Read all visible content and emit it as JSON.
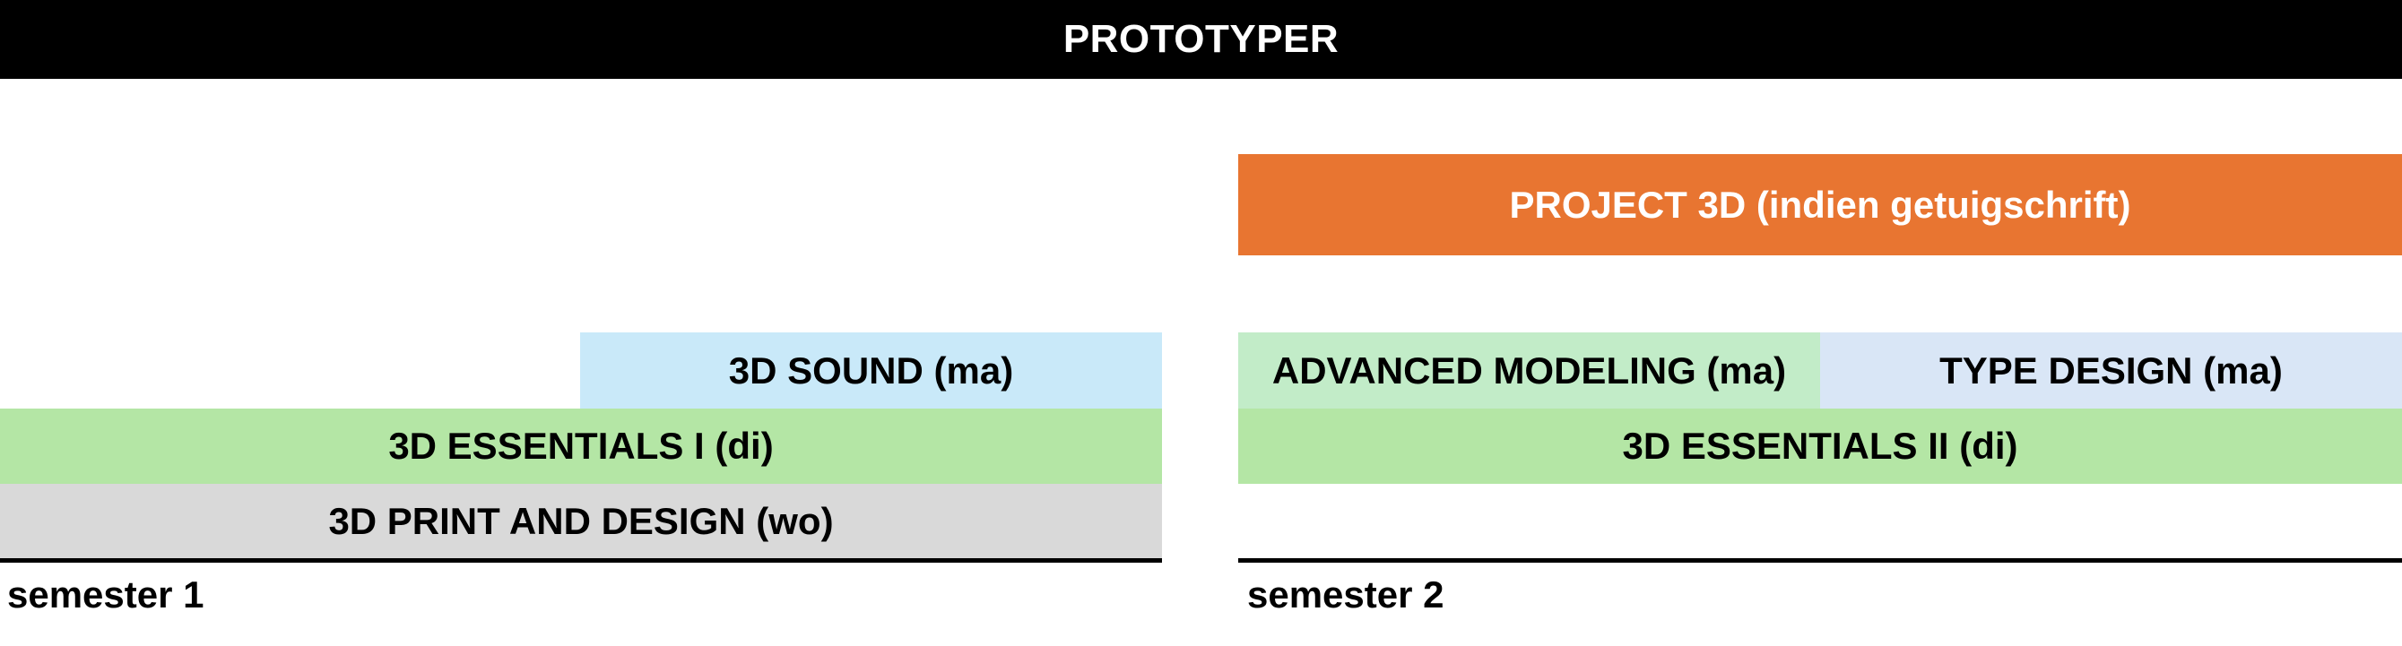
{
  "title": "PROTOTYPER",
  "semesters": [
    {
      "label": "semester 1",
      "courses": {
        "sound": {
          "label": "3D SOUND (ma)",
          "color": "#c9e9f9"
        },
        "essentials": {
          "label": "3D ESSENTIALS I (di)",
          "color": "#b4e6a5"
        },
        "print": {
          "label": "3D PRINT AND DESIGN (wo)",
          "color": "#d9d9d9"
        }
      }
    },
    {
      "label": "semester 2",
      "courses": {
        "project": {
          "label": "PROJECT 3D (indien getuigschrift)",
          "color": "#e87531"
        },
        "advanced": {
          "label": "ADVANCED MODELING (ma)",
          "color": "#c2ecc8"
        },
        "type": {
          "label": "TYPE DESIGN (ma)",
          "color": "#d9e6f6"
        },
        "essentials": {
          "label": "3D ESSENTIALS II (di)",
          "color": "#b4e6a5"
        }
      }
    }
  ],
  "colors": {
    "header_bg": "#000000",
    "header_text": "#ffffff",
    "baseline": "#000000"
  }
}
